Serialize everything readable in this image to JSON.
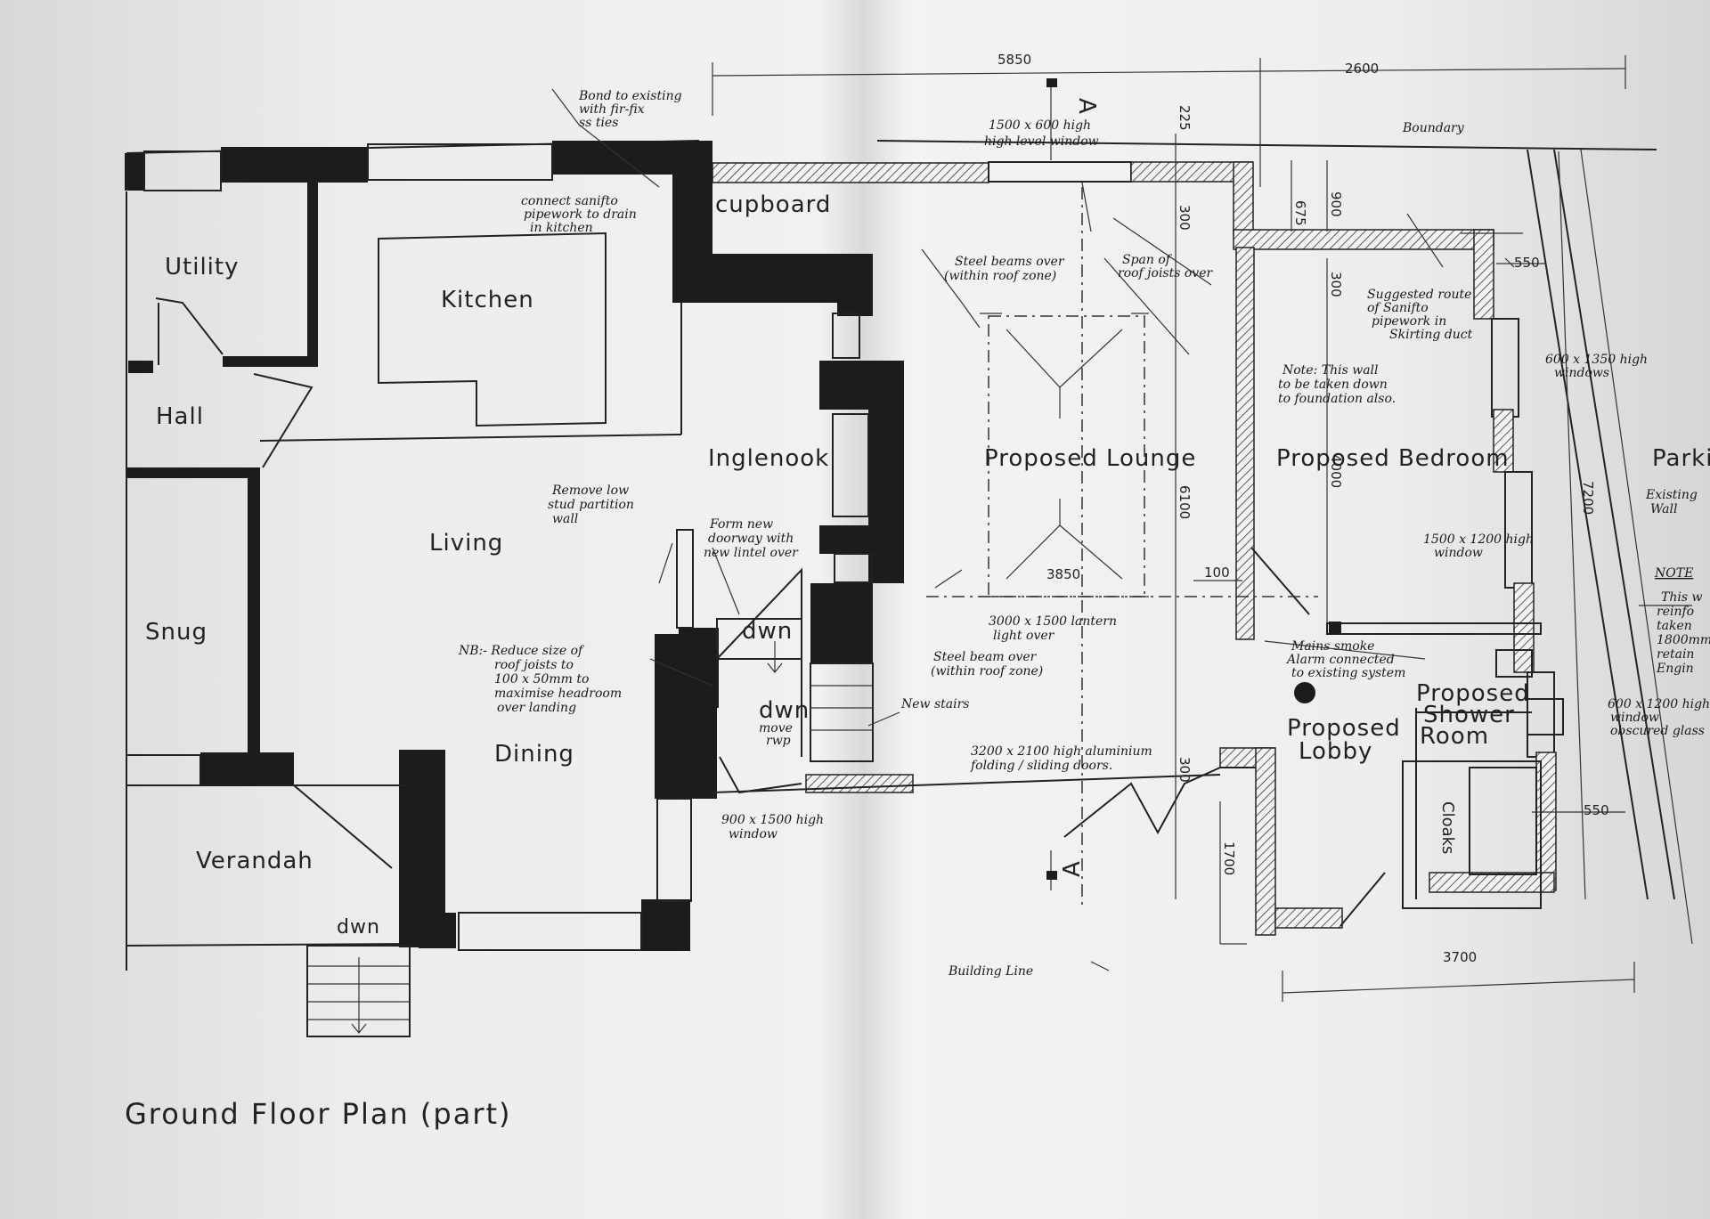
{
  "title": "Ground Floor Plan (part)",
  "rooms": {
    "utility": "Utility",
    "kitchen": "Kitchen",
    "hall": "Hall",
    "snug": "Snug",
    "living": "Living",
    "inglenook": "Inglenook",
    "dining": "Dining",
    "verandah": "Verandah",
    "cupboard": "cupboard",
    "lounge": "Proposed Lounge",
    "bedroom": "Proposed Bedroom",
    "lobby_1": "Proposed",
    "lobby_2": "Lobby",
    "shower_1": "Proposed",
    "shower_2": "Shower",
    "shower_3": "Room",
    "cloaks": "Cloaks",
    "parking": "Parki"
  },
  "stairs": {
    "dwn_1": "dwn",
    "dwn_2": "dwn",
    "dwn_3": "dwn"
  },
  "dimensions": {
    "d5850": "5850",
    "d2600": "2600",
    "d225": "225",
    "d300a": "300",
    "d675": "675",
    "d900": "900",
    "d300b": "300",
    "d550a": "550",
    "d4000": "4000",
    "d6100": "6100",
    "d3850": "3850",
    "d100": "100",
    "d7200": "7200",
    "d300c": "300",
    "d1700": "1700",
    "d3700": "3700",
    "d550b": "550"
  },
  "section_marks": {
    "top": "A",
    "bottom": "A"
  },
  "notes": {
    "bond": [
      "Bond to existing",
      "with fir-fix",
      "ss ties"
    ],
    "window_high": [
      "1500 x 600 high",
      "high level window"
    ],
    "boundary": "Boundary",
    "pipework": [
      "connect sanifto",
      "pipework to drain",
      "in kitchen"
    ],
    "steel_beams_1": [
      "Steel beams over",
      "(within roof zone)"
    ],
    "span": [
      "Span of",
      "roof joists over"
    ],
    "route": [
      "Suggested route",
      "of Sanifto",
      "pipework in",
      "Skirting duct"
    ],
    "windows_6001350": [
      "600 x 1350 high",
      "windows"
    ],
    "wall_down": [
      "Note: This wall",
      "to be taken down",
      "to foundation also."
    ],
    "existing_wall": [
      "Existing",
      "Wall"
    ],
    "window_1500": [
      "1500 x 1200 high",
      "window"
    ],
    "note_title": "NOTE",
    "note_lines": [
      "This w",
      "reinfo",
      "taken",
      "1800mm",
      "retain",
      "Engin"
    ],
    "remove_partition": [
      "Remove low",
      "stud partition",
      "wall"
    ],
    "doorway": [
      "Form new",
      "doorway with",
      "new lintel over"
    ],
    "lantern": [
      "3000 x 1500 lantern",
      "light over"
    ],
    "steel_beam_2": [
      "Steel beam over",
      "(within roof zone)"
    ],
    "smoke": [
      "Mains smoke",
      "Alarm connected",
      "to existing system"
    ],
    "window_6001200": [
      "600 x 1200 high",
      "window",
      "obscured glass"
    ],
    "reduce_joists": [
      "NB:- Reduce size of",
      "roof joists to",
      "100 x 50mm to",
      "maximise headroom",
      "over landing"
    ],
    "new_stairs": "New stairs",
    "more_rwp": [
      "move",
      "rwp"
    ],
    "folding_doors": [
      "3200 x 2100 high aluminium",
      "folding / sliding doors."
    ],
    "window_9001500": [
      "900 x 1500 high",
      "window"
    ],
    "building_line": "Building Line"
  },
  "colors": {
    "paper": "#eeeeec",
    "ink": "#1c1c1c"
  }
}
